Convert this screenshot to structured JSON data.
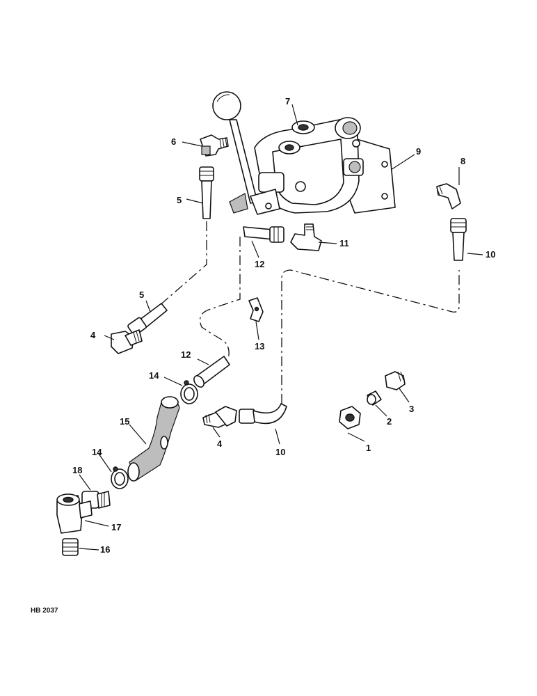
{
  "reference_code": "HB 2037",
  "callouts": [
    {
      "id": "c1",
      "label": "1"
    },
    {
      "id": "c2",
      "label": "2"
    },
    {
      "id": "c3",
      "label": "3"
    },
    {
      "id": "c4a",
      "label": "4"
    },
    {
      "id": "c4b",
      "label": "4"
    },
    {
      "id": "c5a",
      "label": "5"
    },
    {
      "id": "c5b",
      "label": "5"
    },
    {
      "id": "c6",
      "label": "6"
    },
    {
      "id": "c7",
      "label": "7"
    },
    {
      "id": "c8",
      "label": "8"
    },
    {
      "id": "c9",
      "label": "9"
    },
    {
      "id": "c10a",
      "label": "10"
    },
    {
      "id": "c10b",
      "label": "10"
    },
    {
      "id": "c11",
      "label": "11"
    },
    {
      "id": "c12a",
      "label": "12"
    },
    {
      "id": "c12b",
      "label": "12"
    },
    {
      "id": "c13",
      "label": "13"
    },
    {
      "id": "c14a",
      "label": "14"
    },
    {
      "id": "c14b",
      "label": "14"
    },
    {
      "id": "c15",
      "label": "15"
    },
    {
      "id": "c16",
      "label": "16"
    },
    {
      "id": "c17",
      "label": "17"
    },
    {
      "id": "c18",
      "label": "18"
    }
  ]
}
